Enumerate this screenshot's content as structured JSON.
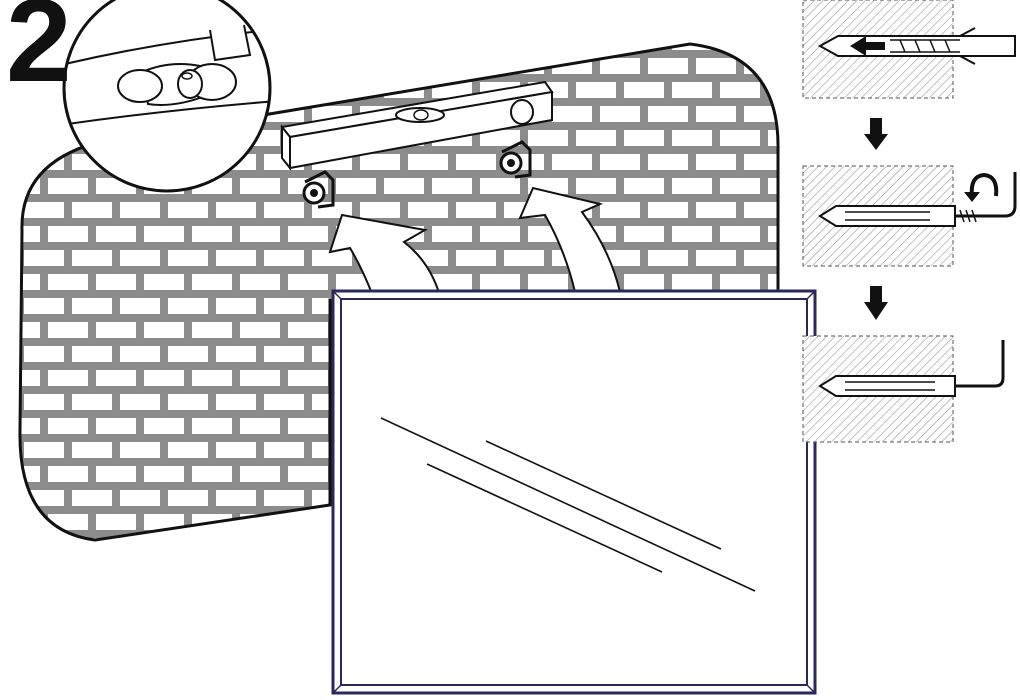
{
  "step": {
    "number": "2"
  },
  "colors": {
    "ink": "#111111",
    "wall_fill": "#8c8c8c",
    "brick_fill": "#ffffff",
    "mirror_frame": "#2a2a5a",
    "hatch": "#999999"
  },
  "icons": [
    "spirit-level-icon",
    "mirror-hook-icon",
    "curved-arrow-icon",
    "wall-plug-icon",
    "screw-hook-icon",
    "down-arrow-icon",
    "rotate-arrow-icon"
  ],
  "sequence": [
    "insert-plug",
    "screw-in-hook",
    "hook-mounted"
  ]
}
